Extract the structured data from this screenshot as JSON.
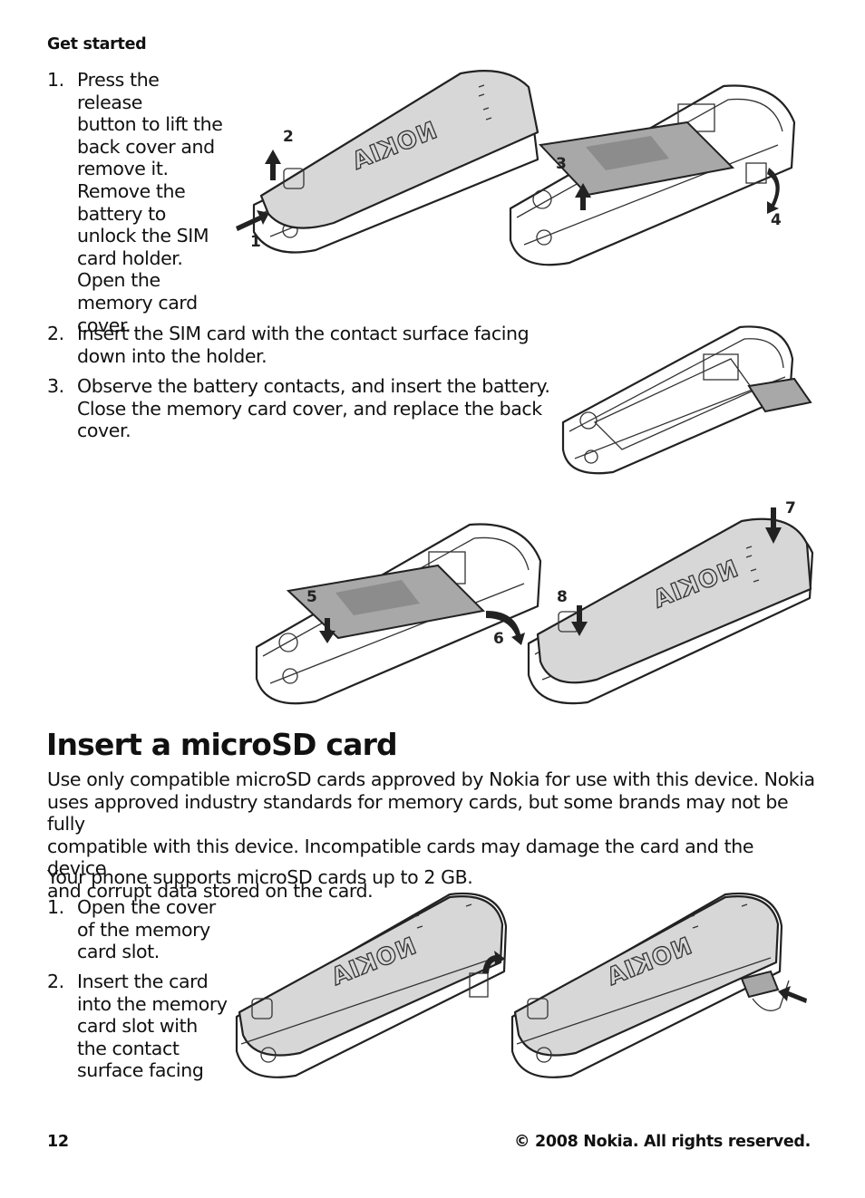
{
  "header": {
    "section_title": "Get started"
  },
  "install_steps": [
    {
      "number": "1.",
      "lines": [
        "Press the release",
        "button to lift the",
        "back cover and",
        "remove it.",
        "Remove the",
        "battery to",
        "unlock the SIM",
        "card holder.",
        "Open the",
        "memory card",
        "cover."
      ]
    },
    {
      "number": "2.",
      "lines": [
        "Insert the SIM card with the contact surface facing",
        "down into the holder."
      ]
    },
    {
      "number": "3.",
      "lines": [
        "Observe the battery contacts, and insert the battery.",
        "Close the memory card cover, and replace the back",
        "cover."
      ]
    }
  ],
  "figure_callouts": {
    "release_button": "1",
    "lift_cover": "2",
    "remove_battery": "3",
    "open_card_cover": "4",
    "insert_battery": "5",
    "close_card_cover": "6",
    "replace_cover": "7",
    "press_cover": "8"
  },
  "phone_brand": "NOKIA",
  "section": {
    "heading": "Insert a microSD card",
    "intro_lines": [
      "Use only compatible microSD cards approved by Nokia for use with this device. Nokia",
      "uses approved industry standards for memory cards, but some brands may not be fully",
      "compatible with this device. Incompatible cards may damage the card and the device",
      "and corrupt data stored on the card."
    ],
    "support_note": "Your phone supports microSD cards up to 2 GB.",
    "steps": [
      {
        "number": "1.",
        "lines": [
          "Open the cover",
          "of the memory",
          "card slot."
        ]
      },
      {
        "number": "2.",
        "lines": [
          "Insert the card",
          "into the memory",
          "card slot with",
          "the contact",
          "surface facing"
        ]
      }
    ]
  },
  "footer": {
    "page_number": "12",
    "copyright": "© 2008 Nokia. All rights reserved."
  }
}
